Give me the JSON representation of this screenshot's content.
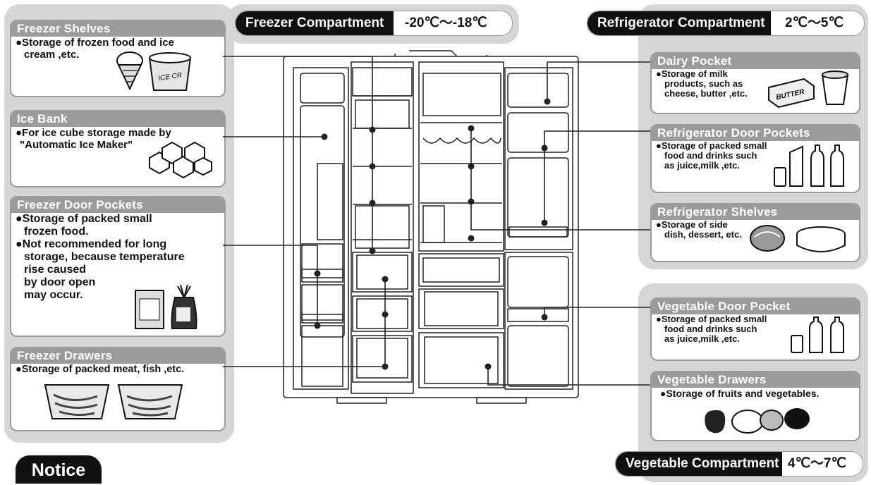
{
  "compartments": {
    "freezer": {
      "label": "Freezer Compartment",
      "temp": "-20℃～-18℃"
    },
    "refrigerator": {
      "label": "Refrigerator Compartment",
      "temp": "2℃～5℃"
    },
    "vegetable": {
      "label": "Vegetable Compartment",
      "temp": "4℃～7℃"
    }
  },
  "left_cards": {
    "freezer_shelves": {
      "title": "Freezer Shelves",
      "lines": [
        "●Storage of frozen food and ice",
        "cream ,etc."
      ],
      "pic_text": "ICE CR"
    },
    "ice_bank": {
      "title": "Ice Bank",
      "lines": [
        "●For ice cube storage made by",
        "\"Automatic Ice Maker\""
      ]
    },
    "freezer_door_pockets": {
      "title": "Freezer Door Pockets",
      "lines": [
        "●Storage of packed small",
        "frozen food.",
        "●Not recommended for long",
        "storage, because temperature",
        "rise caused",
        "by door open",
        "may occur."
      ]
    },
    "freezer_drawers": {
      "title": "Freezer Drawers",
      "lines": [
        "●Storage of packed meat, fish ,etc."
      ]
    }
  },
  "right_cards": {
    "dairy_pocket": {
      "title": "Dairy Pocket",
      "lines": [
        "●Storage of milk",
        "products, such as",
        "cheese, butter ,etc."
      ],
      "pic_text": "BUTTER"
    },
    "refrigerator_door_pockets": {
      "title": "Refrigerator Door Pockets",
      "lines": [
        "●Storage of packed small",
        "food and drinks such",
        "as juice,milk ,etc."
      ]
    },
    "refrigerator_shelves": {
      "title": "Refrigerator Shelves",
      "lines": [
        "●Storage of side",
        "dish, dessert, etc."
      ]
    },
    "vegetable_door_pocket": {
      "title": "Vegetable Door Pocket",
      "lines": [
        "●Storage of packed small",
        "food and drinks such",
        "as juice,milk ,etc."
      ]
    },
    "vegetable_drawers": {
      "title": "Vegetable Drawers",
      "lines": [
        "●Storage of fruits and vegetables."
      ]
    }
  },
  "notice": "Notice",
  "colors": {
    "panel": "#d6d6d6",
    "card_title": "#9b9b9b",
    "pill_label": "#111111"
  }
}
